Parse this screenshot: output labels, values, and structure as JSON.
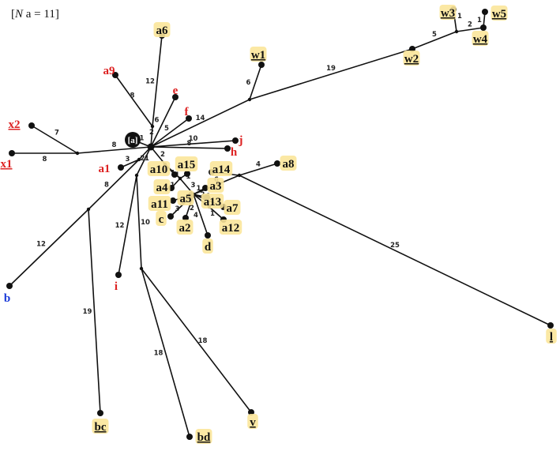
{
  "header": {
    "prefix": "[",
    "italic": "N",
    "rest": "a = 11]"
  },
  "colors": {
    "red": "#dd2222",
    "blue": "#1a3ad8",
    "black": "#111111",
    "highlight": "#fbe59a"
  },
  "center_label": "[a]",
  "nodes": [
    {
      "id": "C",
      "label": ""
    },
    {
      "id": "J1",
      "label": ""
    },
    {
      "id": "J2",
      "label": ""
    },
    {
      "id": "J3",
      "label": ""
    },
    {
      "id": "J4",
      "label": ""
    },
    {
      "id": "J5",
      "label": ""
    },
    {
      "id": "J6",
      "label": ""
    },
    {
      "id": "J7",
      "label": ""
    },
    {
      "id": "J8",
      "label": ""
    },
    {
      "id": "J9",
      "label": ""
    },
    {
      "id": "J10",
      "label": ""
    },
    {
      "id": "J11",
      "label": ""
    },
    {
      "id": "J12",
      "label": ""
    },
    {
      "id": "J13",
      "label": ""
    },
    {
      "id": "J14",
      "label": ""
    },
    {
      "id": "CL",
      "label": "[a]"
    },
    {
      "id": "a6",
      "label": "a6",
      "color": "black",
      "hl": true
    },
    {
      "id": "a9",
      "label": "a9",
      "color": "red"
    },
    {
      "id": "e",
      "label": "e",
      "color": "red"
    },
    {
      "id": "f",
      "label": "f",
      "color": "red"
    },
    {
      "id": "w1",
      "label": "w1",
      "color": "black",
      "hl": true,
      "ul": true
    },
    {
      "id": "w2",
      "label": "w2",
      "color": "black",
      "hl": true,
      "ul": true
    },
    {
      "id": "w3",
      "label": "w3",
      "color": "black",
      "hl": true,
      "ul": true
    },
    {
      "id": "w4",
      "label": "w4",
      "color": "black",
      "hl": true,
      "ul": true
    },
    {
      "id": "w5",
      "label": "w5",
      "color": "black",
      "hl": true,
      "ul": true
    },
    {
      "id": "x2",
      "label": "x2",
      "color": "red",
      "ul": true
    },
    {
      "id": "x1",
      "label": "x1",
      "color": "red",
      "ul": true
    },
    {
      "id": "a1",
      "label": "a1",
      "color": "red"
    },
    {
      "id": "j",
      "label": "j",
      "color": "red"
    },
    {
      "id": "h",
      "label": "h",
      "color": "red"
    },
    {
      "id": "a8",
      "label": "a8",
      "color": "black",
      "hl": true
    },
    {
      "id": "a10",
      "label": "a10",
      "color": "black",
      "hl": true
    },
    {
      "id": "a15",
      "label": "a15",
      "color": "black",
      "hl": true
    },
    {
      "id": "a14",
      "label": "a14",
      "color": "black",
      "hl": true
    },
    {
      "id": "a4",
      "label": "a4",
      "color": "black",
      "hl": true
    },
    {
      "id": "a3",
      "label": "a3",
      "color": "black",
      "hl": true
    },
    {
      "id": "a5",
      "label": "a5",
      "color": "black",
      "hl": true
    },
    {
      "id": "a11",
      "label": "a11",
      "color": "black",
      "hl": true
    },
    {
      "id": "a13",
      "label": "a13",
      "color": "black",
      "hl": true
    },
    {
      "id": "a7",
      "label": "a7",
      "color": "black",
      "hl": true
    },
    {
      "id": "c",
      "label": "c",
      "color": "black",
      "hl": true
    },
    {
      "id": "a2",
      "label": "a2",
      "color": "black",
      "hl": true
    },
    {
      "id": "a12",
      "label": "a12",
      "color": "black",
      "hl": true
    },
    {
      "id": "d",
      "label": "d",
      "color": "black",
      "hl": true
    },
    {
      "id": "b",
      "label": "b",
      "color": "blue"
    },
    {
      "id": "i",
      "label": "i",
      "color": "red"
    },
    {
      "id": "bc",
      "label": "bc",
      "color": "black",
      "hl": true,
      "ul": true
    },
    {
      "id": "bd",
      "label": "bd",
      "color": "black",
      "hl": true,
      "ul": true
    },
    {
      "id": "v",
      "label": "v",
      "color": "black",
      "hl": true,
      "ul": true
    },
    {
      "id": "l",
      "label": "l",
      "color": "black",
      "hl": true,
      "ul": true
    }
  ],
  "edges": [
    {
      "from": "C",
      "to": "J1",
      "w": "2"
    },
    {
      "from": "J1",
      "to": "a6",
      "w": "12"
    },
    {
      "from": "J1",
      "to": "a9",
      "w": "8"
    },
    {
      "from": "C",
      "to": "e",
      "w": "6"
    },
    {
      "from": "C",
      "to": "f",
      "w": "5"
    },
    {
      "from": "C",
      "to": "J2",
      "w": "14"
    },
    {
      "from": "J2",
      "to": "w1",
      "w": "6"
    },
    {
      "from": "J2",
      "to": "w2",
      "w": "19"
    },
    {
      "from": "w2",
      "to": "J3",
      "w": "5"
    },
    {
      "from": "J3",
      "to": "w3",
      "w": "1"
    },
    {
      "from": "J3",
      "to": "w4",
      "w": "2"
    },
    {
      "from": "w4",
      "to": "w5",
      "w": "1"
    },
    {
      "from": "C",
      "to": "CL",
      "w": "1"
    },
    {
      "from": "C",
      "to": "J4",
      "w": "8"
    },
    {
      "from": "J4",
      "to": "x2",
      "w": "7"
    },
    {
      "from": "J4",
      "to": "x1",
      "w": "8"
    },
    {
      "from": "C",
      "to": "J5",
      "w": "2"
    },
    {
      "from": "J5",
      "to": "a1",
      "w": "3"
    },
    {
      "from": "J5",
      "to": "J6",
      "w": "8"
    },
    {
      "from": "J6",
      "to": "b",
      "w": "12"
    },
    {
      "from": "J6",
      "to": "bc",
      "w": "19"
    },
    {
      "from": "C",
      "to": "j",
      "w": "10"
    },
    {
      "from": "C",
      "to": "h",
      "w": "8"
    },
    {
      "from": "C",
      "to": "J7",
      "w": "1"
    },
    {
      "from": "J7",
      "to": "i",
      "w": "12"
    },
    {
      "from": "J7",
      "to": "J8",
      "w": "10"
    },
    {
      "from": "J8",
      "to": "bd",
      "w": "18"
    },
    {
      "from": "J8",
      "to": "v",
      "w": "18"
    },
    {
      "from": "C",
      "to": "J9",
      "w": "2"
    },
    {
      "from": "J9",
      "to": "a10",
      "w": "1"
    },
    {
      "from": "J9",
      "to": "J10",
      "w": "1"
    },
    {
      "from": "J10",
      "to": "a15",
      "w": "1"
    },
    {
      "from": "J10",
      "to": "a4",
      "w": "1"
    },
    {
      "from": "J10",
      "to": "J11",
      "w": "3"
    },
    {
      "from": "J11",
      "to": "J12",
      "w": "6"
    },
    {
      "from": "J12",
      "to": "a14",
      "w": ""
    },
    {
      "from": "J12",
      "to": "a8",
      "w": "4"
    },
    {
      "from": "J12",
      "to": "l",
      "w": "25"
    },
    {
      "from": "J11",
      "to": "a3",
      "w": "1"
    },
    {
      "from": "J11",
      "to": "a5",
      "w": ""
    },
    {
      "from": "J11",
      "to": "a11",
      "w": "3"
    },
    {
      "from": "J11",
      "to": "c",
      "w": "3"
    },
    {
      "from": "J11",
      "to": "a2",
      "w": "2"
    },
    {
      "from": "J11",
      "to": "a13",
      "w": "2"
    },
    {
      "from": "J11",
      "to": "a7",
      "w": "1"
    },
    {
      "from": "J11",
      "to": "J13",
      "w": "1"
    },
    {
      "from": "J13",
      "to": "a12",
      "w": "1"
    },
    {
      "from": "J11",
      "to": "d",
      "w": "4"
    }
  ]
}
